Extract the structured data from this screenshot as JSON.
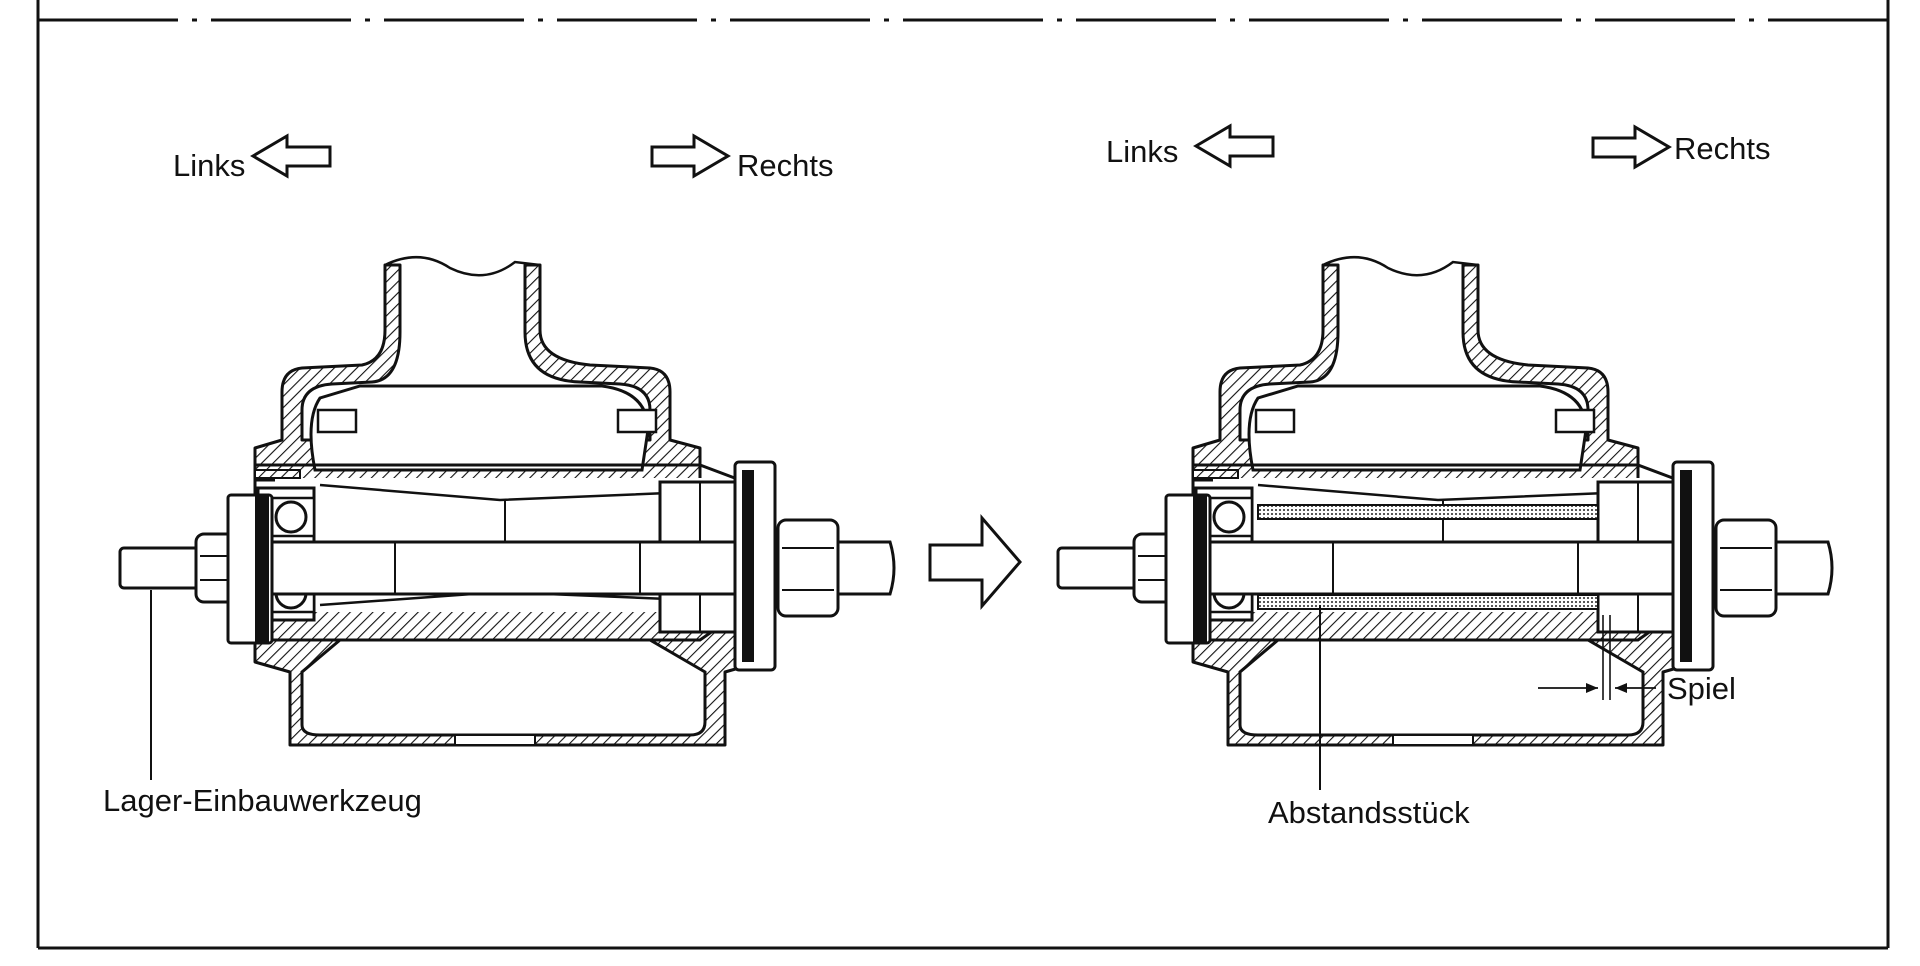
{
  "left_panel": {
    "left_label": "Links",
    "right_label": "Rechts",
    "tool_label": "Lager-Einbauwerkzeug"
  },
  "right_panel": {
    "left_label": "Links",
    "right_label": "Rechts",
    "spacer_label": "Abstandsstück",
    "play_label": "Spiel"
  },
  "colors": {
    "ink": "#111111",
    "background": "#ffffff"
  }
}
